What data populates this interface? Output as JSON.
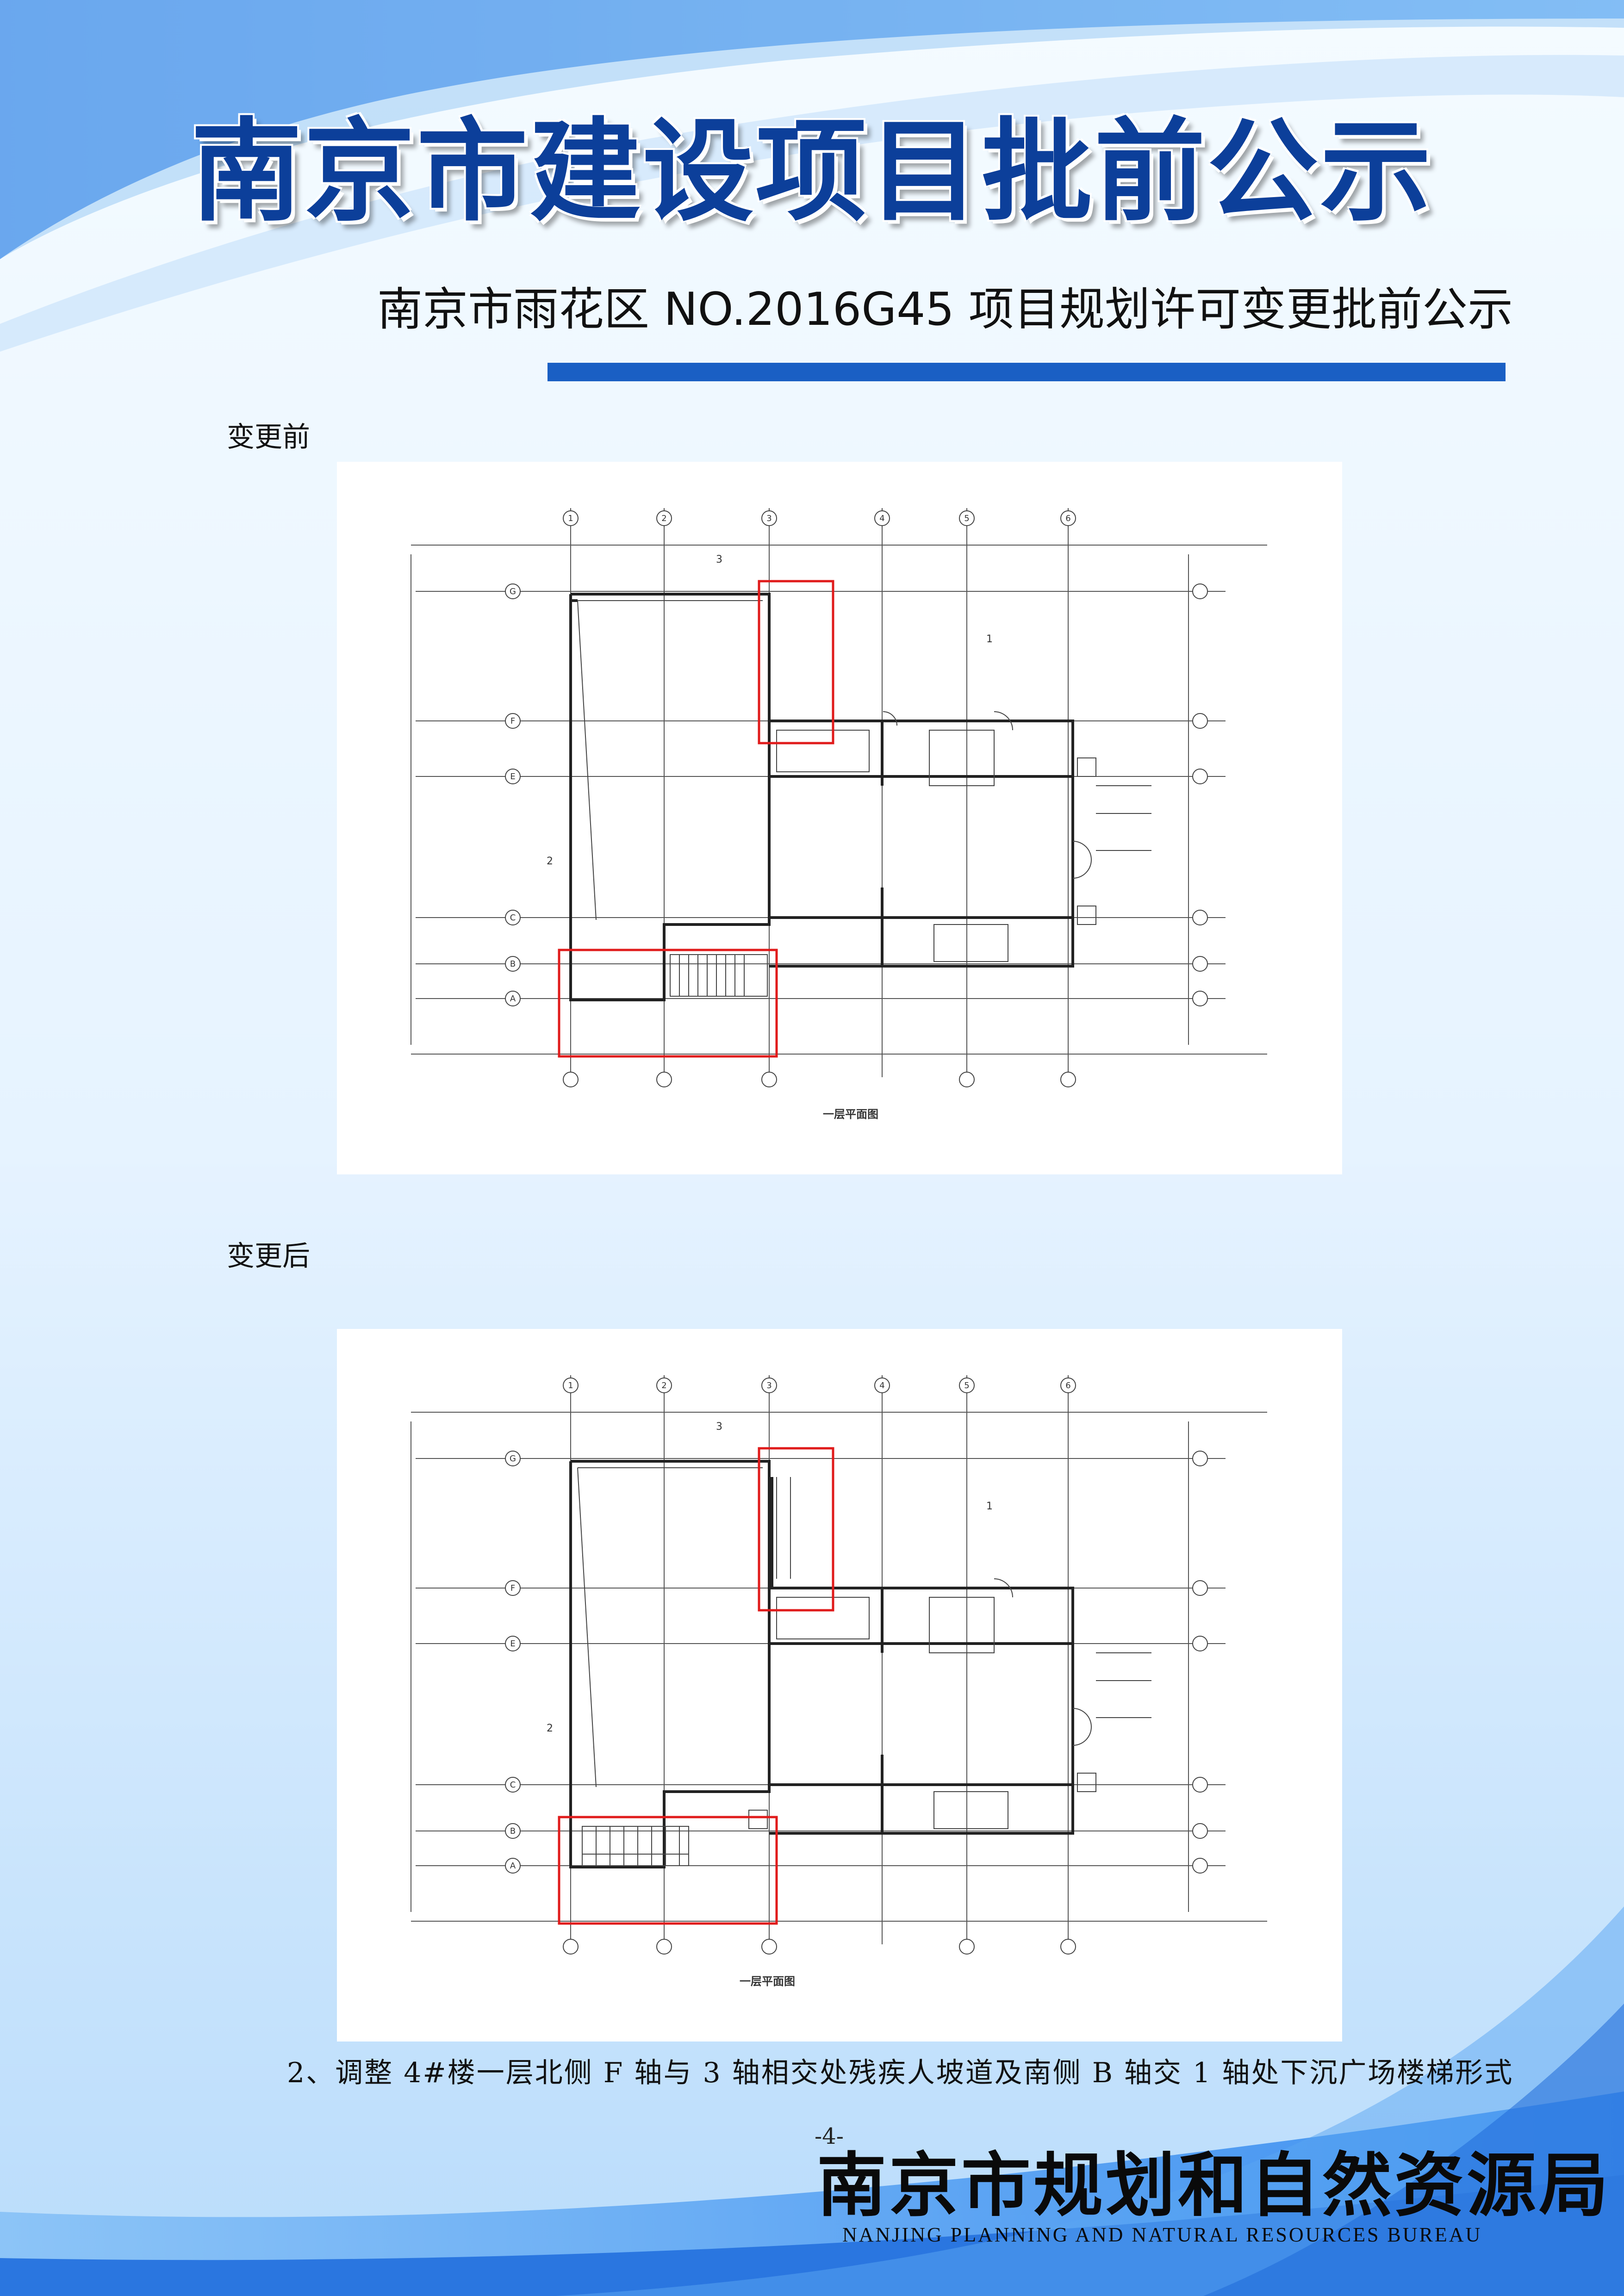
{
  "header": {
    "title": "南京市建设项目批前公示",
    "subtitle": "南京市雨花区 NO.2016G45 项目规划许可变更批前公示"
  },
  "sections": [
    {
      "label": "变更前",
      "drawing": {
        "title": "一层平面图",
        "axes_top": [
          "1",
          "2",
          "3",
          "4",
          "5",
          "6"
        ],
        "axes_side": [
          "G",
          "F",
          "E",
          "C",
          "B",
          "A"
        ],
        "room_labels": [
          "1",
          "2",
          "3"
        ]
      }
    },
    {
      "label": "变更后",
      "drawing": {
        "title": "一层平面图",
        "axes_top": [
          "1",
          "2",
          "3",
          "4",
          "5",
          "6"
        ],
        "axes_side": [
          "G",
          "F",
          "E",
          "C",
          "B",
          "A"
        ],
        "room_labels": [
          "1",
          "2",
          "3"
        ]
      }
    }
  ],
  "caption": "2、调整 4#楼一层北侧 F 轴与 3 轴相交处残疾人坡道及南侧 B 轴交 1 轴处下沉广场楼梯形式",
  "footer": {
    "page_number": "-4-",
    "bureau_cn": "南京市规划和自然资源局",
    "bureau_en": "NANJING PLANNING AND NATURAL RESOURCES BUREAU"
  },
  "colors": {
    "title_blue": "#0c3f9a",
    "bar_blue": "#1a5fc4",
    "highlight_red": "#e01b1b"
  }
}
